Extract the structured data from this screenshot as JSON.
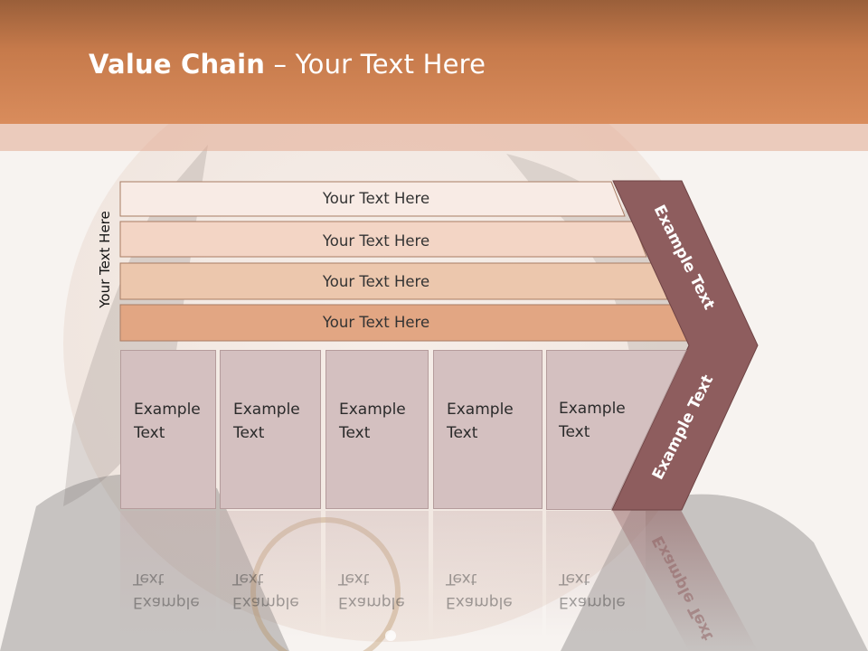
{
  "slide": {
    "title_bold": "Value Chain",
    "title_rest": " – Your Text Here",
    "side_label": "Your Text Here"
  },
  "bars": [
    {
      "label": "Your Text Here",
      "color": "#f8ebe5"
    },
    {
      "label": "Your Text Here",
      "color": "#f3d5c5"
    },
    {
      "label": "Your Text Here",
      "color": "#ecc7ad"
    },
    {
      "label": "Your Text Here",
      "color": "#e2a683"
    }
  ],
  "boxes": [
    {
      "label": "Example\nText"
    },
    {
      "label": "Example\nText"
    },
    {
      "label": "Example\nText"
    },
    {
      "label": "Example\nText"
    },
    {
      "label": "Example\nText"
    }
  ],
  "arrow": {
    "upper_label": "Example Text",
    "lower_label": "Example Text",
    "color": "#8e5d5e"
  }
}
